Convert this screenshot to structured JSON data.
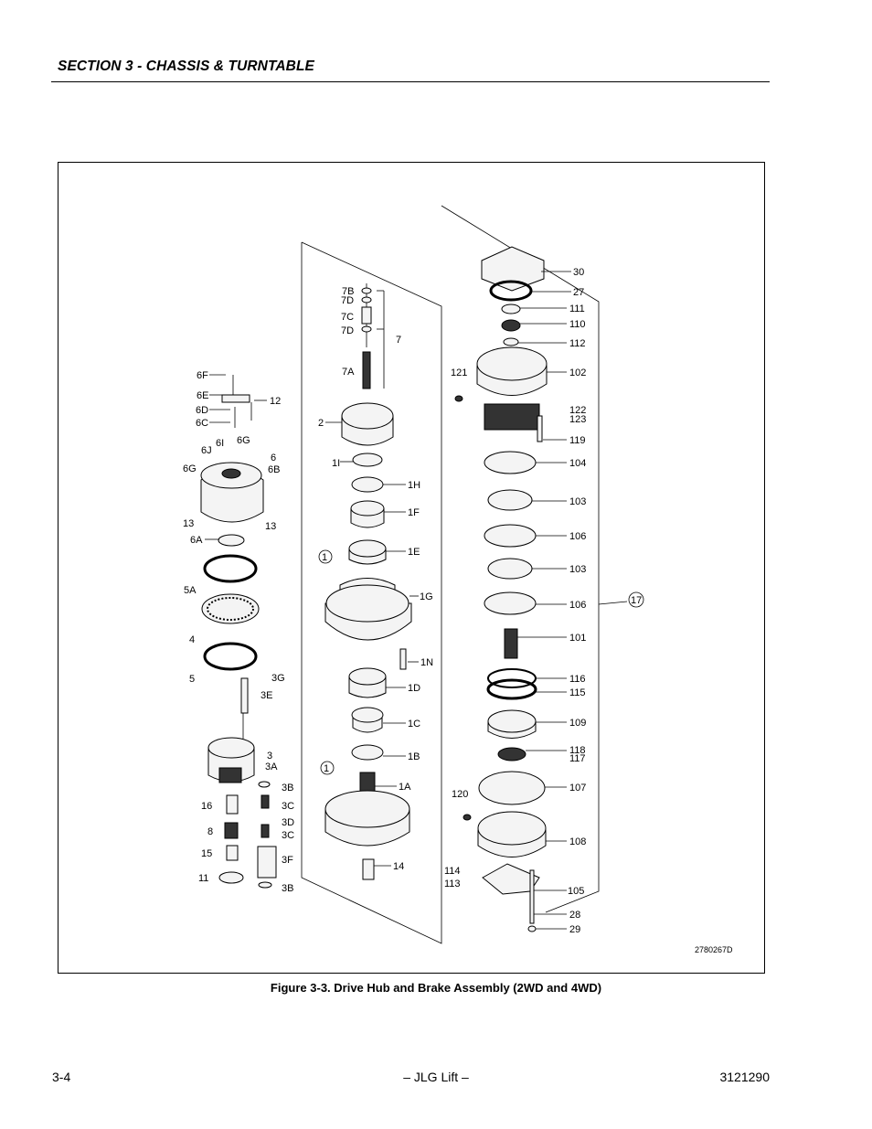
{
  "header": {
    "section_title": "SECTION 3 - CHASSIS & TURNTABLE"
  },
  "figure": {
    "caption": "Figure 3-3.  Drive Hub and Brake Assembly (2WD and 4WD)",
    "drawing_number": "2780267D",
    "callouts": {
      "left": [
        "6F",
        "6E",
        "6D",
        "6C",
        "12",
        "6I",
        "6G",
        "6J",
        "6",
        "6G",
        "6B",
        "13",
        "13",
        "6A",
        "5A",
        "4",
        "5",
        "3G",
        "3E",
        "3",
        "3A",
        "3B",
        "16",
        "3C",
        "3D",
        "8",
        "3C",
        "15",
        "3F",
        "11",
        "3B"
      ],
      "middle": [
        "7B",
        "7D",
        "7C",
        "7D",
        "7",
        "7A",
        "2",
        "1I",
        "1H",
        "1F",
        "1",
        "1E",
        "1G",
        "1N",
        "1D",
        "1C",
        "1B",
        "1",
        "1A",
        "14"
      ],
      "right": [
        "30",
        "27",
        "111",
        "110",
        "112",
        "121",
        "102",
        "122",
        "123",
        "119",
        "104",
        "103",
        "106",
        "103",
        "17",
        "106",
        "101",
        "116",
        "115",
        "109",
        "118",
        "117",
        "120",
        "107",
        "108",
        "114",
        "113",
        "105",
        "28",
        "29"
      ]
    }
  },
  "footer": {
    "page_number": "3-4",
    "center_text": "– JLG Lift –",
    "doc_number": "3121290"
  }
}
